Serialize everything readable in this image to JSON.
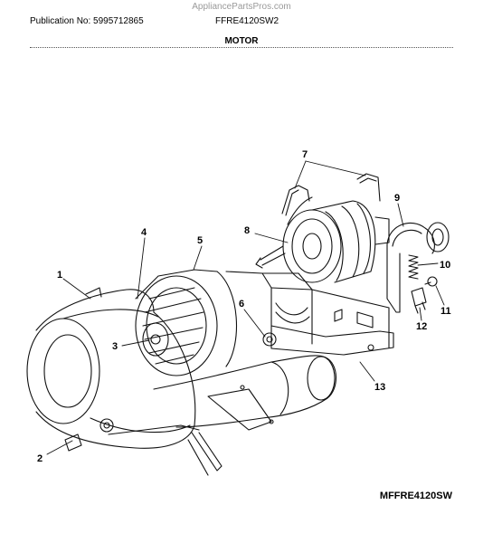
{
  "watermark": "AppliancePartsPros.com",
  "header": {
    "publication": "Publication No: 5995712865",
    "model": "FFRE4120SW2"
  },
  "section_title": "MOTOR",
  "callouts": [
    "1",
    "2",
    "3",
    "4",
    "5",
    "6",
    "7",
    "8",
    "9",
    "10",
    "11",
    "12",
    "13"
  ],
  "diagram_id": "MFFRE4120SW"
}
